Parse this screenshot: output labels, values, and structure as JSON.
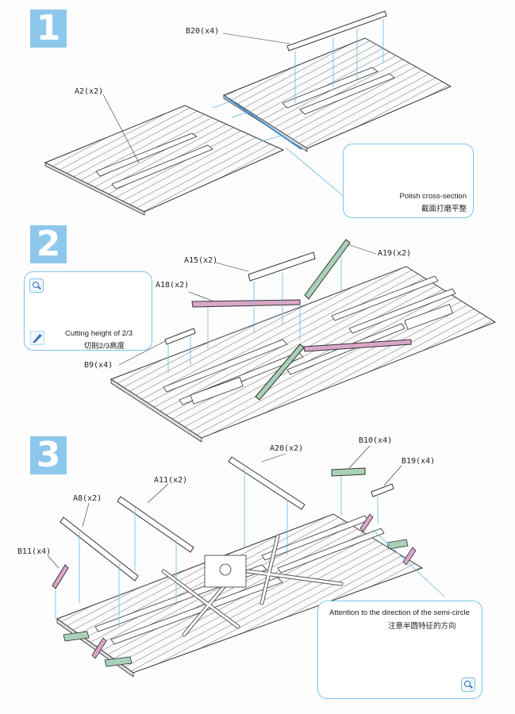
{
  "steps": [
    {
      "number": "1"
    },
    {
      "number": "2"
    },
    {
      "number": "3"
    }
  ],
  "step1": {
    "labels": {
      "b20": "B20(x4)",
      "a2": "A2(x2)"
    },
    "callout": {
      "en": "Polish cross-section",
      "zh": "截面打磨平整"
    }
  },
  "step2": {
    "labels": {
      "a15": "A15(x2)",
      "a19": "A19(x2)",
      "a18": "A18(x2)",
      "b9": "B9(x4)"
    },
    "callout": {
      "en": "Cutting height of 2/3",
      "zh": "切削2/3高度"
    }
  },
  "step3": {
    "labels": {
      "a20": "A20(x2)",
      "b10": "B10(x4)",
      "b19": "B19(x4)",
      "a11": "A11(x2)",
      "a8": "A8(x2)",
      "b11": "B11(x4)"
    },
    "callout": {
      "en": "Attention to the direction of the semi-circle",
      "zh": "注意半圆特征的方向"
    }
  },
  "colors": {
    "accent": "#8ec7ec",
    "callout_border": "#7ec3ea",
    "part_pink": "#d9a6c8",
    "part_green": "#a9d1b9"
  }
}
